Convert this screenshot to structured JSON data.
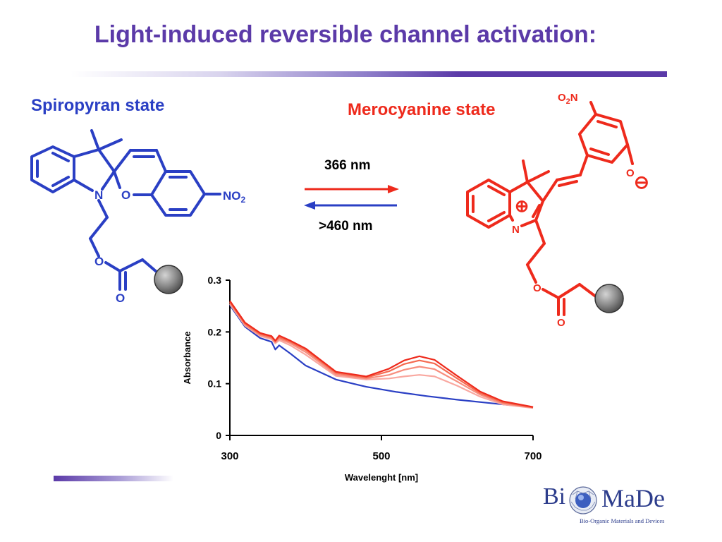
{
  "slide": {
    "title": "Light-induced reversible channel activation:",
    "spiropyran_label": "Spiropyran state",
    "merocyanine_label": "Merocyanine state",
    "forward_wavelength": "366 nm",
    "reverse_wavelength": ">460 nm",
    "colors": {
      "title": "#5b3aa8",
      "spiropyran": "#2a3fc4",
      "merocyanine": "#ee2a1c"
    }
  },
  "spiropyran_atoms": {
    "n": "N",
    "o_ring": "O",
    "no2": "NO2",
    "o_ester": "O",
    "o_carbonyl": "O"
  },
  "merocyanine_atoms": {
    "no2": "O2N",
    "o_minus": "O",
    "n": "N",
    "o_ester": "O",
    "o_carbonyl": "O",
    "charge_plus": "⊕",
    "charge_minus": "⊖"
  },
  "logo": {
    "bi": "Bi",
    "made": "MaDe",
    "subtitle": "Bio-Organic Materials and Devices"
  },
  "chart_data": {
    "type": "line",
    "title": "",
    "xlabel": "Wavelenght [nm]",
    "ylabel": "Absorbance",
    "xlim": [
      300,
      700
    ],
    "ylim": [
      0,
      0.3
    ],
    "xticks": [
      300,
      500,
      700
    ],
    "yticks": [
      0,
      0.1,
      0.2,
      0.3
    ],
    "ytick_labels": [
      "0",
      "0.1",
      "0.2",
      "0.3"
    ],
    "grid": false,
    "series": [
      {
        "color": "#ee2a1c",
        "x": [
          300,
          320,
          340,
          355,
          360,
          365,
          380,
          400,
          440,
          480,
          510,
          530,
          550,
          570,
          600,
          630,
          660,
          700
        ],
        "y": [
          0.26,
          0.218,
          0.198,
          0.192,
          0.183,
          0.193,
          0.183,
          0.168,
          0.123,
          0.114,
          0.129,
          0.145,
          0.153,
          0.146,
          0.115,
          0.085,
          0.066,
          0.055
        ]
      },
      {
        "color": "#f56a50",
        "x": [
          300,
          320,
          340,
          355,
          360,
          365,
          380,
          400,
          440,
          480,
          510,
          530,
          550,
          570,
          600,
          630,
          660,
          700
        ],
        "y": [
          0.258,
          0.216,
          0.196,
          0.19,
          0.182,
          0.19,
          0.181,
          0.165,
          0.121,
          0.112,
          0.124,
          0.138,
          0.145,
          0.139,
          0.11,
          0.082,
          0.064,
          0.054
        ]
      },
      {
        "color": "#f78e7e",
        "x": [
          300,
          320,
          340,
          355,
          360,
          365,
          380,
          400,
          440,
          480,
          510,
          530,
          550,
          570,
          600,
          630,
          660,
          700
        ],
        "y": [
          0.256,
          0.214,
          0.194,
          0.188,
          0.18,
          0.187,
          0.178,
          0.161,
          0.118,
          0.11,
          0.117,
          0.127,
          0.133,
          0.128,
          0.104,
          0.079,
          0.062,
          0.054
        ]
      },
      {
        "color": "#f9a8a0",
        "x": [
          300,
          320,
          340,
          355,
          360,
          365,
          380,
          400,
          440,
          480,
          510,
          530,
          550,
          570,
          600,
          630,
          660,
          700
        ],
        "y": [
          0.254,
          0.212,
          0.192,
          0.186,
          0.178,
          0.184,
          0.174,
          0.156,
          0.115,
          0.108,
          0.11,
          0.114,
          0.117,
          0.114,
          0.096,
          0.075,
          0.06,
          0.053
        ]
      },
      {
        "color": "#2a3fc4",
        "x": [
          300,
          320,
          340,
          355,
          360,
          365,
          380,
          400,
          440,
          480,
          520,
          560,
          600,
          640,
          700
        ],
        "y": [
          0.252,
          0.21,
          0.188,
          0.181,
          0.166,
          0.174,
          0.158,
          0.135,
          0.108,
          0.094,
          0.084,
          0.076,
          0.069,
          0.063,
          0.054
        ]
      }
    ]
  }
}
